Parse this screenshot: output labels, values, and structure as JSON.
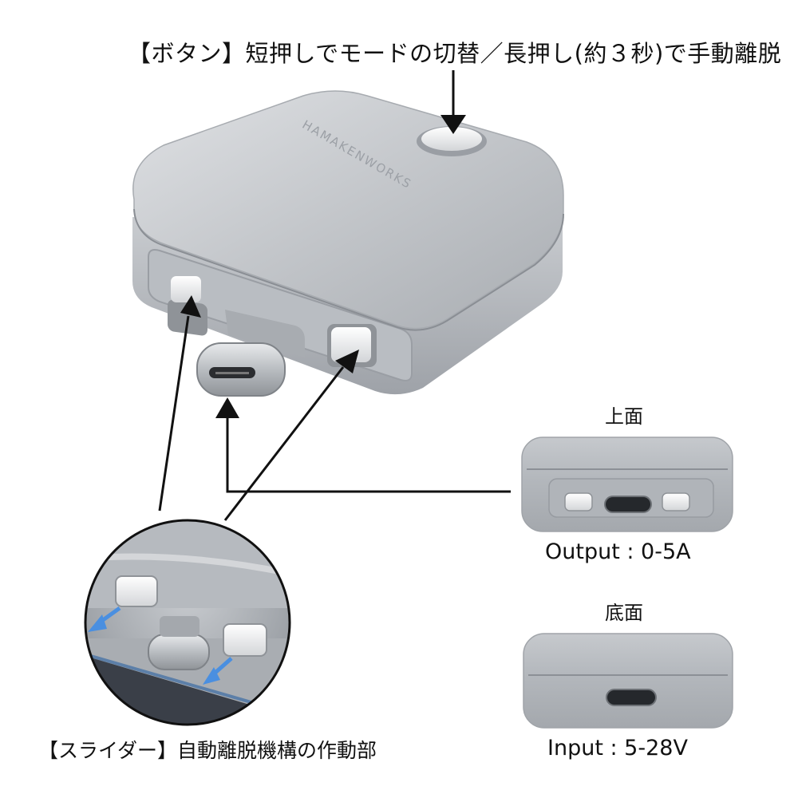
{
  "callouts": {
    "button": "【ボタン】短押しでモードの切替／長押し(約３秒)で手動離脱",
    "slider": "【スライダー】自動離脱機構の作動部"
  },
  "views": {
    "top": {
      "heading": "上面",
      "spec": "Output : 0-5A"
    },
    "bottom": {
      "heading": "底面",
      "spec": "Input : 5-28V"
    }
  },
  "brand": "HAMAKENWORKS",
  "colors": {
    "body_silver": "#b8bcc1",
    "highlight": "#e4e6e9",
    "shadow": "#8d9197",
    "arrow": "#111111",
    "slide_arrow": "#4a8fe0"
  }
}
